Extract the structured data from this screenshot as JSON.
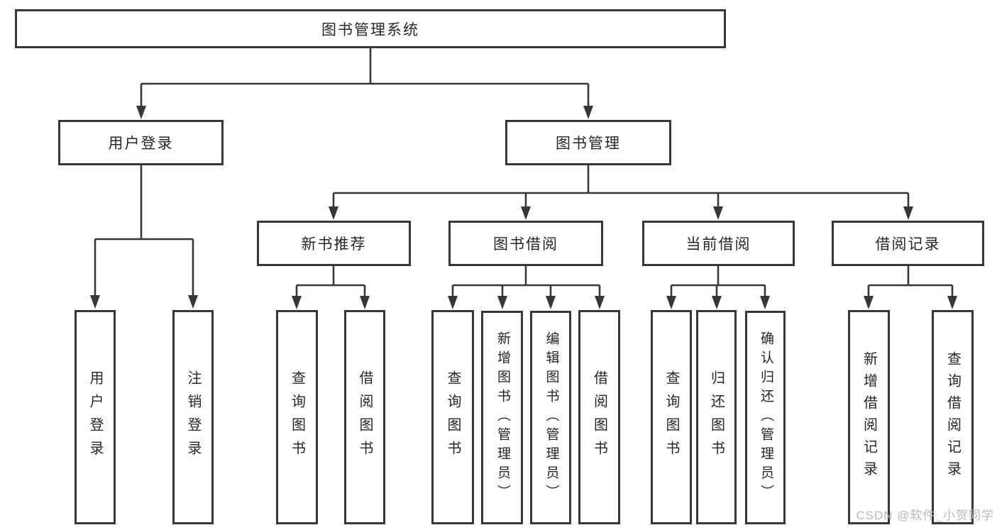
{
  "colors": {
    "background": "#ffffff",
    "line": "#373737",
    "box_border": "#373737",
    "box_fill": "#ffffff",
    "label_text": "#262626",
    "watermark_text": "#b9b9b9"
  },
  "tree": {
    "label": "图书管理系统",
    "children": [
      {
        "label": "用户登录",
        "children": [
          {
            "label": "用户登录"
          },
          {
            "label": "注销登录"
          }
        ]
      },
      {
        "label": "图书管理",
        "children": [
          {
            "label": "新书推荐",
            "children": [
              {
                "label": "查询图书"
              },
              {
                "label": "借阅图书"
              }
            ]
          },
          {
            "label": "图书借阅",
            "children": [
              {
                "label": "查询图书"
              },
              {
                "label": "新增图书（管理员）"
              },
              {
                "label": "编辑图书（管理员）"
              },
              {
                "label": "借阅图书"
              }
            ]
          },
          {
            "label": "当前借阅",
            "children": [
              {
                "label": "查询图书"
              },
              {
                "label": "归还图书"
              },
              {
                "label": "确认归还（管理员）"
              }
            ]
          },
          {
            "label": "借阅记录",
            "children": [
              {
                "label": "新增借阅记录"
              },
              {
                "label": "查询借阅记录"
              }
            ]
          }
        ]
      }
    ]
  },
  "watermark": {
    "text": "CSDN @软件_小贺同学"
  }
}
